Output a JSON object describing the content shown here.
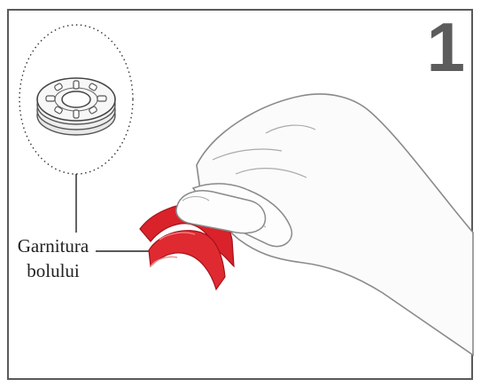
{
  "step": {
    "number": "1"
  },
  "callout": {
    "label_line1": "Garnitura",
    "label_line2": "bolului"
  },
  "colors": {
    "frame": "#5a5a5a",
    "gasket_red": "#d9222a",
    "gasket_dark": "#a3121a",
    "hand_outline": "#8a8a8a",
    "hand_fill": "#fafafa"
  },
  "icons": {
    "detail_view": "gasket-ring-detail-icon",
    "hand": "hand-illustration",
    "gasket": "bowl-gasket-illustration"
  }
}
